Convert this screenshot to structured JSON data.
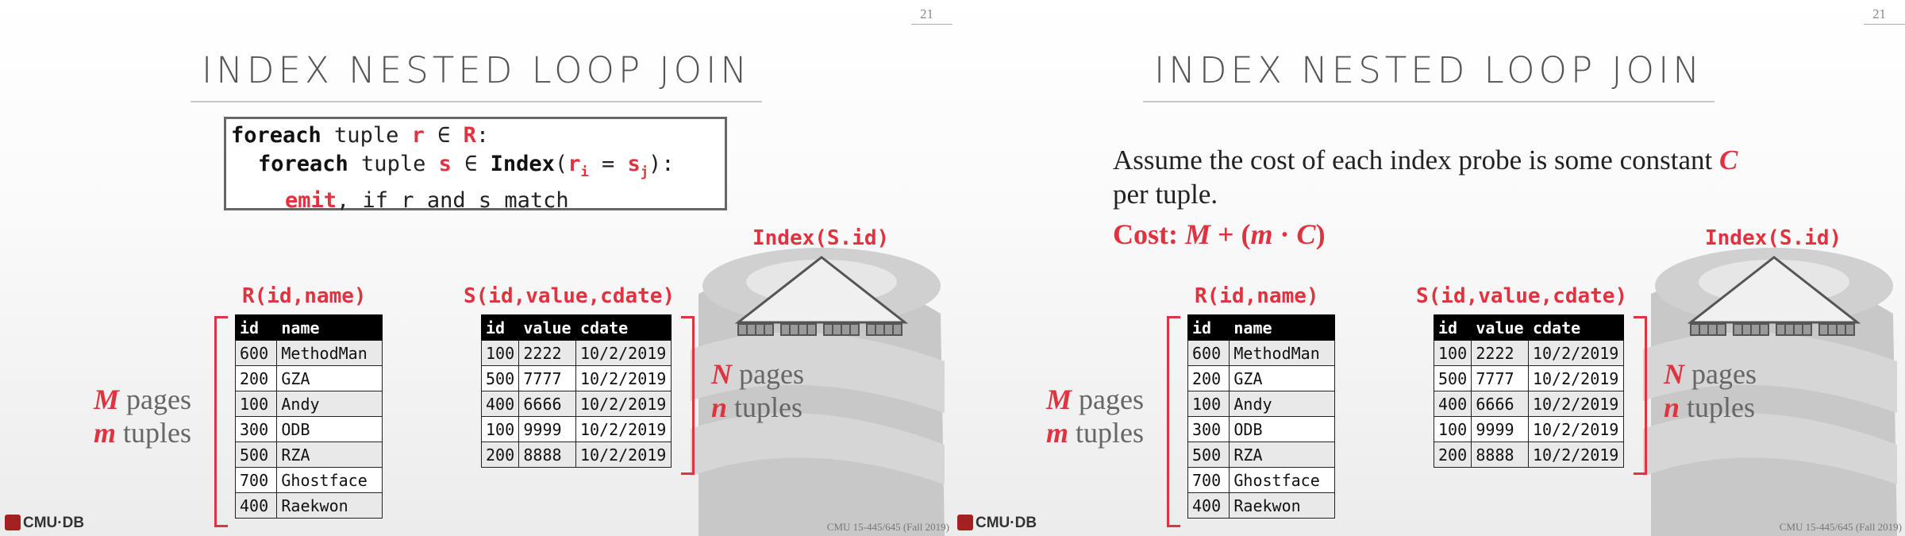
{
  "slides": [
    {
      "page_number": "21",
      "title": "INDEX NESTED LOOP JOIN",
      "code": {
        "line1": {
          "kw": "foreach",
          "t1": " tuple ",
          "v": "r",
          "t2": " ∈ ",
          "rel": "R",
          "t3": ":"
        },
        "line2": {
          "kw": "foreach",
          "t1": " tuple ",
          "v": "s",
          "t2": " ∈ ",
          "fn": "Index",
          "t3": "(",
          "a": "r",
          "a_sub": "i",
          "t4": " = ",
          "b": "s",
          "b_sub": "j",
          "t5": "):"
        },
        "line3": {
          "kw": "emit",
          "t1": ", if r and s match"
        }
      },
      "index_label": "Index(S.id)",
      "outer": {
        "title": "R(id,name)",
        "columns": [
          "id",
          "name"
        ],
        "rows": [
          [
            "600",
            "MethodMan"
          ],
          [
            "200",
            "GZA"
          ],
          [
            "100",
            "Andy"
          ],
          [
            "300",
            "ODB"
          ],
          [
            "500",
            "RZA"
          ],
          [
            "700",
            "Ghostface"
          ],
          [
            "400",
            "Raekwon"
          ]
        ],
        "size_pages_var": "M",
        "size_pages_word": "pages",
        "size_tuples_var": "m",
        "size_tuples_word": "tuples"
      },
      "inner": {
        "title": "S(id,value,cdate)",
        "columns": [
          "id",
          "value",
          "cdate"
        ],
        "rows": [
          [
            "100",
            "2222",
            "10/2/2019"
          ],
          [
            "500",
            "7777",
            "10/2/2019"
          ],
          [
            "400",
            "6666",
            "10/2/2019"
          ],
          [
            "100",
            "9999",
            "10/2/2019"
          ],
          [
            "200",
            "8888",
            "10/2/2019"
          ]
        ],
        "size_pages_var": "N",
        "size_pages_word": "pages",
        "size_tuples_var": "n",
        "size_tuples_word": "tuples"
      },
      "footer_logo": "CMU·DB",
      "footer_text": "CMU 15-445/645 (Fall 2019)"
    },
    {
      "page_number": "21",
      "title": "INDEX NESTED LOOP JOIN",
      "description": {
        "part1": "Assume the cost of each index probe is some constant ",
        "var": "C",
        "part2": " per tuple."
      },
      "cost": {
        "label": "Cost: ",
        "M": "M",
        "plus": " + (",
        "m": "m",
        "dot": " · ",
        "C": "C",
        "close": ")"
      },
      "index_label": "Index(S.id)",
      "outer": {
        "title": "R(id,name)",
        "columns": [
          "id",
          "name"
        ],
        "rows": [
          [
            "600",
            "MethodMan"
          ],
          [
            "200",
            "GZA"
          ],
          [
            "100",
            "Andy"
          ],
          [
            "300",
            "ODB"
          ],
          [
            "500",
            "RZA"
          ],
          [
            "700",
            "Ghostface"
          ],
          [
            "400",
            "Raekwon"
          ]
        ],
        "size_pages_var": "M",
        "size_pages_word": "pages",
        "size_tuples_var": "m",
        "size_tuples_word": "tuples"
      },
      "inner": {
        "title": "S(id,value,cdate)",
        "columns": [
          "id",
          "value",
          "cdate"
        ],
        "rows": [
          [
            "100",
            "2222",
            "10/2/2019"
          ],
          [
            "500",
            "7777",
            "10/2/2019"
          ],
          [
            "400",
            "6666",
            "10/2/2019"
          ],
          [
            "100",
            "9999",
            "10/2/2019"
          ],
          [
            "200",
            "8888",
            "10/2/2019"
          ]
        ],
        "size_pages_var": "N",
        "size_pages_word": "pages",
        "size_tuples_var": "n",
        "size_tuples_word": "tuples"
      },
      "footer_logo": "CMU·DB",
      "footer_text": "CMU 15-445/645 (Fall 2019)"
    }
  ],
  "colors": {
    "accent": "#e0333f",
    "title": "#555555",
    "logo": "#a32121"
  }
}
